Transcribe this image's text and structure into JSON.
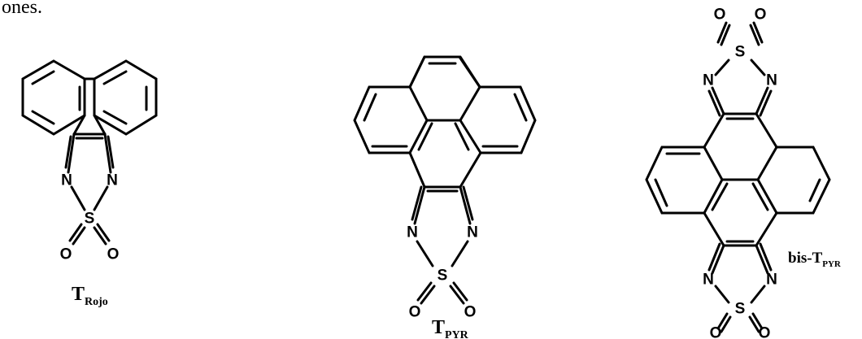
{
  "caption_fragment": "ones.",
  "atoms": {
    "nitrogen": "N",
    "sulfur": "S",
    "oxygen": "O"
  },
  "molecules": [
    {
      "main": "T",
      "sub": "Rojo"
    },
    {
      "main": "T",
      "sub": "PYR"
    },
    {
      "main": "bis-T",
      "sub": "PYR"
    }
  ]
}
